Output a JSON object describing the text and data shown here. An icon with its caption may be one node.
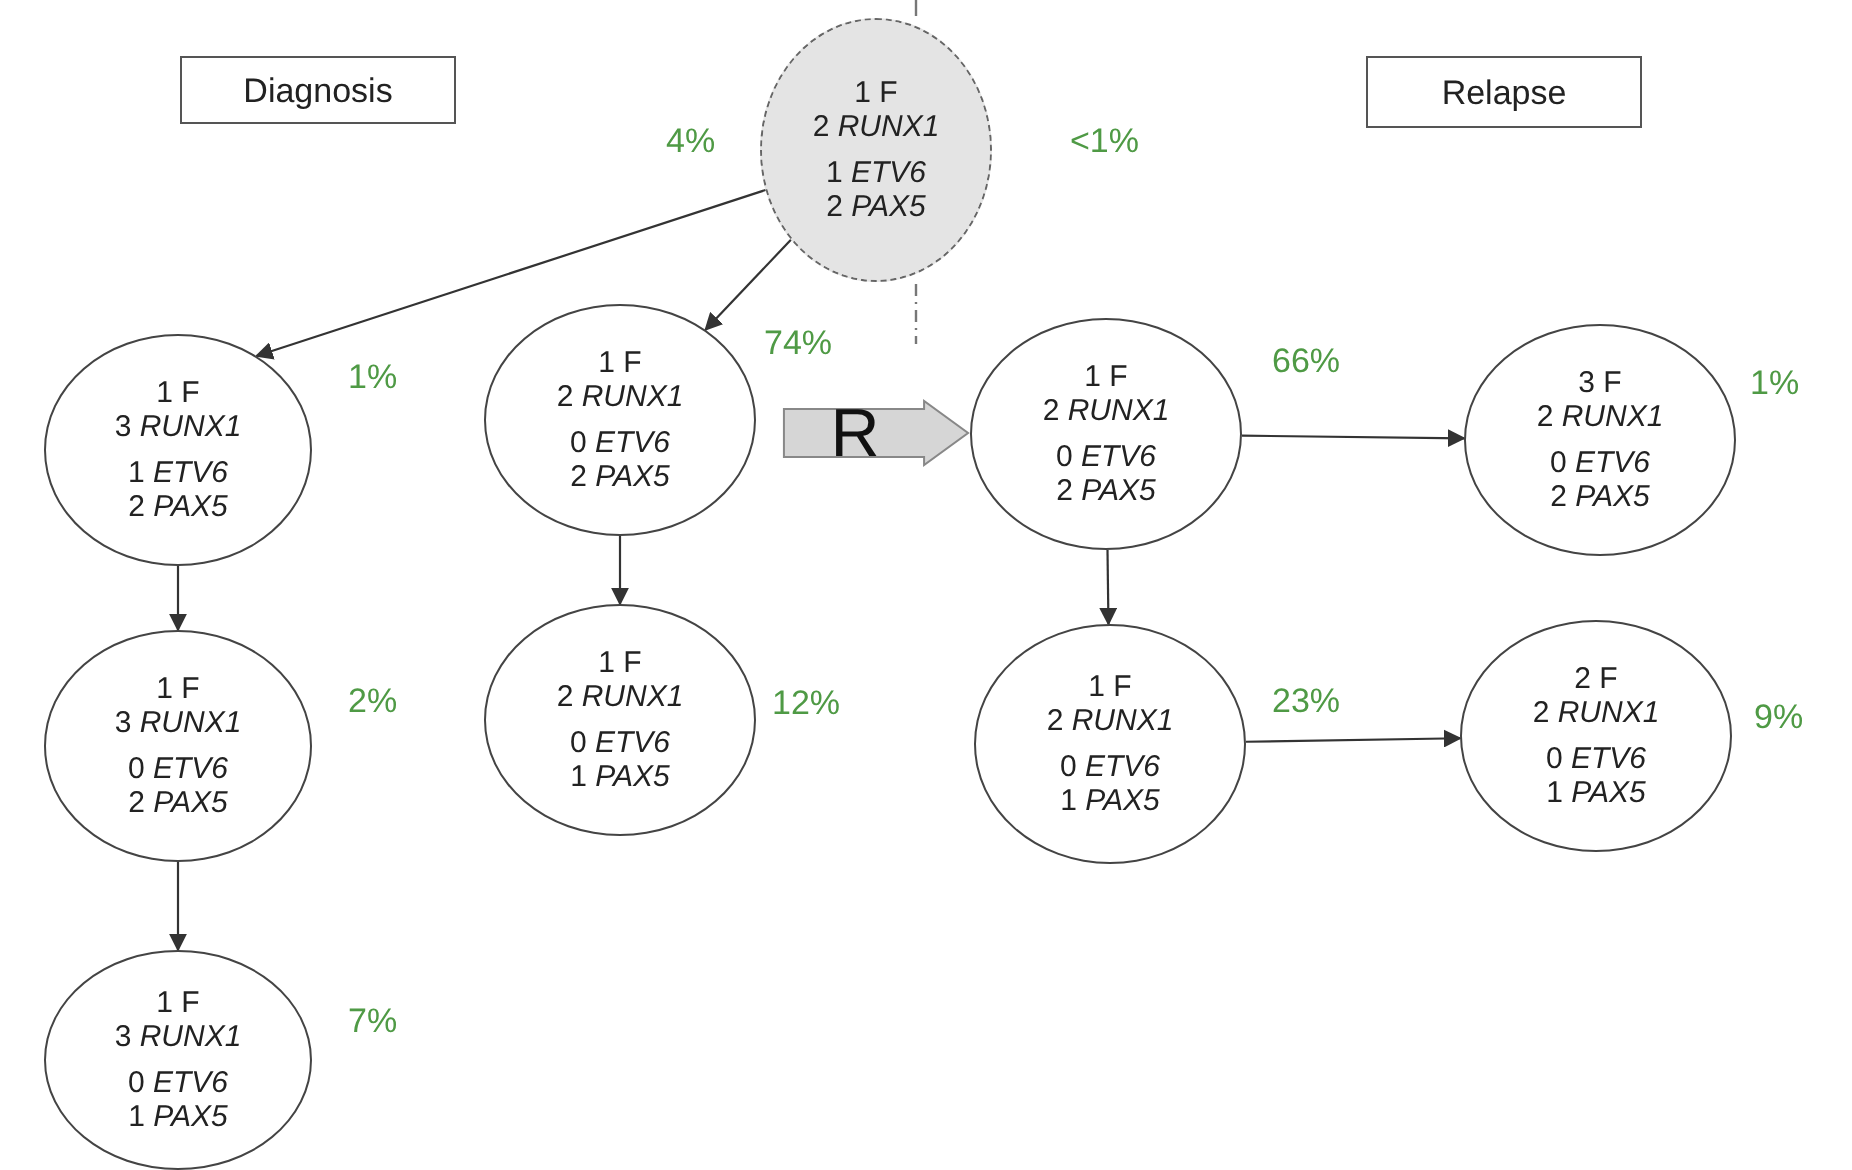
{
  "diagram": {
    "nodes": [
      {
        "text": [
          "Diagnosis"
        ]
      },
      {
        "text": [
          "Relapse"
        ]
      },
      {
        "text": [
          "1 F",
          "2 *RUNX1*",
          "1 *ETV6*",
          "2 *PAX5*"
        ],
        "beside": [
          "4%",
          "<1%"
        ]
      },
      {
        "text": [
          "1 F",
          "3 *RUNX1*",
          "1 *ETV6*",
          "2 *PAX5*"
        ],
        "beside": [
          "1%"
        ]
      },
      {
        "text": [
          "1 F",
          "3 *RUNX1*",
          "0 *ETV6*",
          "2 *PAX5*"
        ],
        "beside": [
          "2%"
        ]
      },
      {
        "text": [
          "1 F",
          "3 *RUNX1*",
          "0 *ETV6*",
          "1 *PAX5*"
        ],
        "beside": [
          "7%"
        ]
      },
      {
        "text": [
          "1 F",
          "2 *RUNX1*",
          "0 *ETV6*",
          "2 *PAX5*"
        ],
        "beside": [
          "74%"
        ]
      },
      {
        "text": [
          "1 F",
          "2 *RUNX1*",
          "0 *ETV6*",
          "1 *PAX5*"
        ],
        "beside": [
          "12%"
        ]
      },
      {
        "text": [
          "1 F",
          "2 *RUNX1*",
          "0 *ETV6*",
          "2 *PAX5*"
        ],
        "beside": [
          "66%"
        ]
      },
      {
        "text": [
          "1 F",
          "2 *RUNX1*",
          "0 *ETV6*",
          "1 *PAX5*"
        ],
        "beside": [
          "23%"
        ]
      },
      {
        "text": [
          "3 F",
          "2 *RUNX1*",
          "0 *ETV6*",
          "2 *PAX5*"
        ],
        "beside": [
          "1%"
        ]
      },
      {
        "text": [
          "2 F",
          "2 *RUNX1*",
          "0 *ETV6*",
          "1 *PAX5*"
        ],
        "beside": [
          "9%"
        ]
      }
    ],
    "edges": [
      {
        "from": 2,
        "to": 3,
        "arrow": "to"
      },
      {
        "from": 2,
        "to": 6,
        "arrow": "to"
      },
      {
        "from": 3,
        "to": 4,
        "arrow": "to"
      },
      {
        "from": 4,
        "to": 5,
        "arrow": "to"
      },
      {
        "from": 6,
        "to": 7,
        "arrow": "to"
      },
      {
        "from": 6,
        "to": 8,
        "arrow": "to",
        "label": "R",
        "style": "thick"
      },
      {
        "from": 8,
        "to": 9,
        "arrow": "to"
      },
      {
        "from": 8,
        "to": 10,
        "arrow": "to"
      },
      {
        "from": 9,
        "to": 11,
        "arrow": "to"
      }
    ]
  }
}
